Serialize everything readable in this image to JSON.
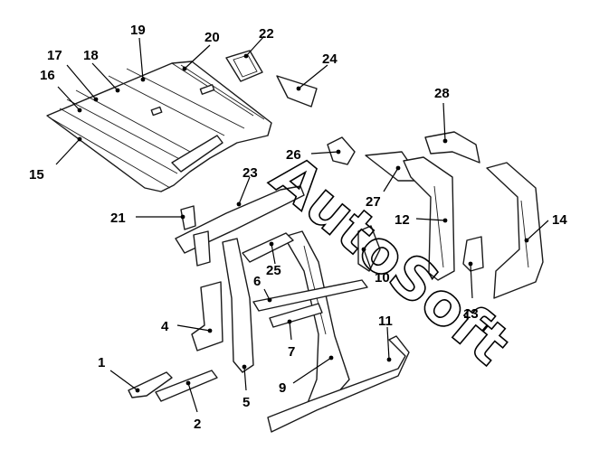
{
  "watermark": "AutoSoft",
  "callouts": [
    "1",
    "2",
    "4",
    "5",
    "6",
    "7",
    "9",
    "10",
    "11",
    "12",
    "13",
    "14",
    "15",
    "16",
    "17",
    "18",
    "19",
    "20",
    "21",
    "22",
    "23",
    "24",
    "25",
    "26",
    "27",
    "28"
  ]
}
